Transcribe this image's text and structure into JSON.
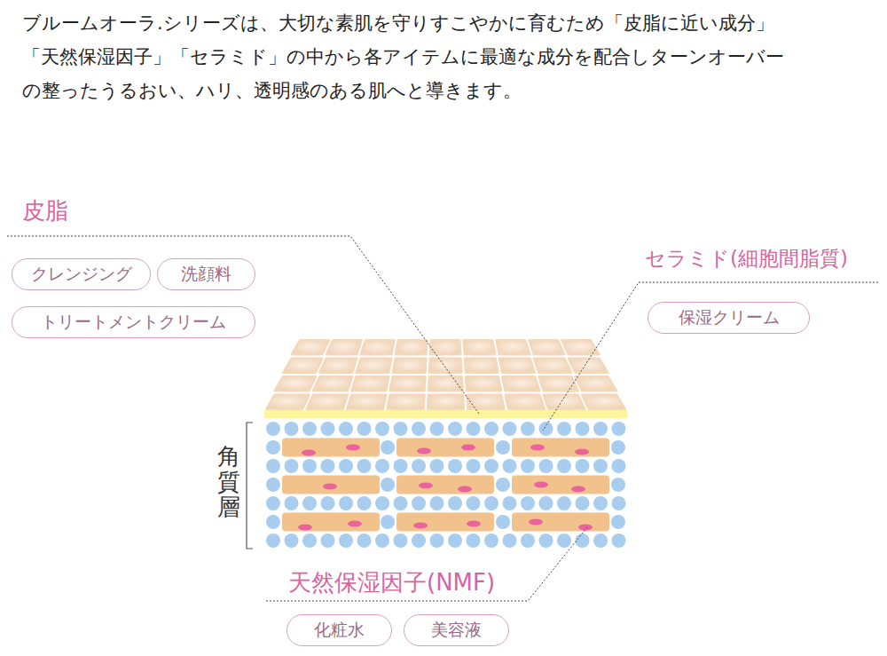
{
  "diagram": {
    "nodes": [
      {
        "text": [
          "クレンジング"
        ]
      },
      {
        "text": [
          "洗顔料"
        ]
      },
      {
        "text": [
          "トリートメントクリーム"
        ]
      },
      {
        "text": [
          "保湿クリーム"
        ]
      },
      {
        "text": [
          "化粧水"
        ]
      },
      {
        "text": [
          "美容液"
        ]
      }
    ],
    "labels": [
      "ブルームオーラ.シリーズは、大切な素肌を守りすこやかに育むため「皮脂に近い成分」 「天然保湿因子」「セラミド」の中から各アイテムに最適な成分を配合しターンオーバー の整ったうるおい、ハリ、透明感のある肌へと導きます。",
      "皮脂",
      "セラミド(細胞間脂質)",
      "角質層",
      "天然保湿因子(NMF)"
    ]
  }
}
